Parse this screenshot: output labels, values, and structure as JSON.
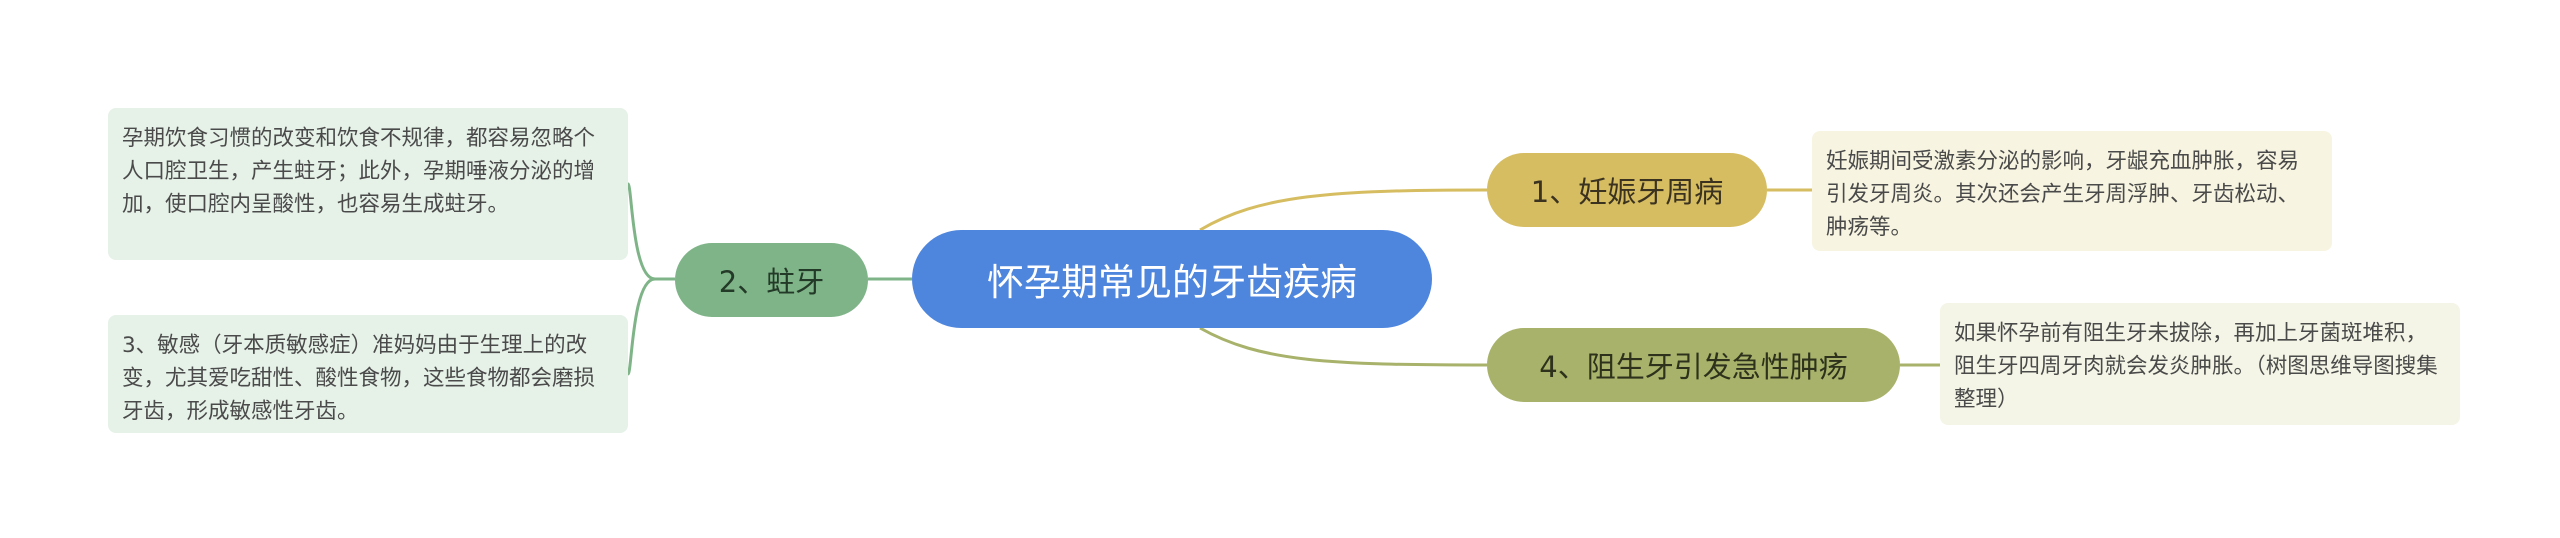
{
  "root": {
    "label": "怀孕期常见的牙齿疾病"
  },
  "branches": {
    "b1": {
      "label": "1、妊娠牙周病",
      "detail": "妊娠期间受激素分泌的影响，牙龈充血肿胀，容易引发牙周炎。其次还会产生牙周浮肿、牙齿松动、肿疡等。"
    },
    "b4": {
      "label": "4、阻生牙引发急性肿疡",
      "detail": "如果怀孕前有阻生牙未拔除，再加上牙菌斑堆积，阻生牙四周牙肉就会发炎肿胀。（树图思维导图搜集整理）"
    },
    "b2": {
      "label": "2、蛀牙",
      "details": [
        "孕期饮食习惯的改变和饮食不规律，都容易忽略个人口腔卫生，产生蛀牙；此外，孕期唾液分泌的增加，使口腔内呈酸性，也容易生成蛀牙。",
        "3、敏感（牙本质敏感症）准妈妈由于生理上的改变，尤其爱吃甜性、酸性食物，这些食物都会磨损牙齿，形成敏感性牙齿。"
      ]
    }
  },
  "colors": {
    "root": "#4f86dd",
    "branch1": "#d6bd62",
    "branch4": "#a8b26a",
    "branch2": "#7fb488"
  }
}
